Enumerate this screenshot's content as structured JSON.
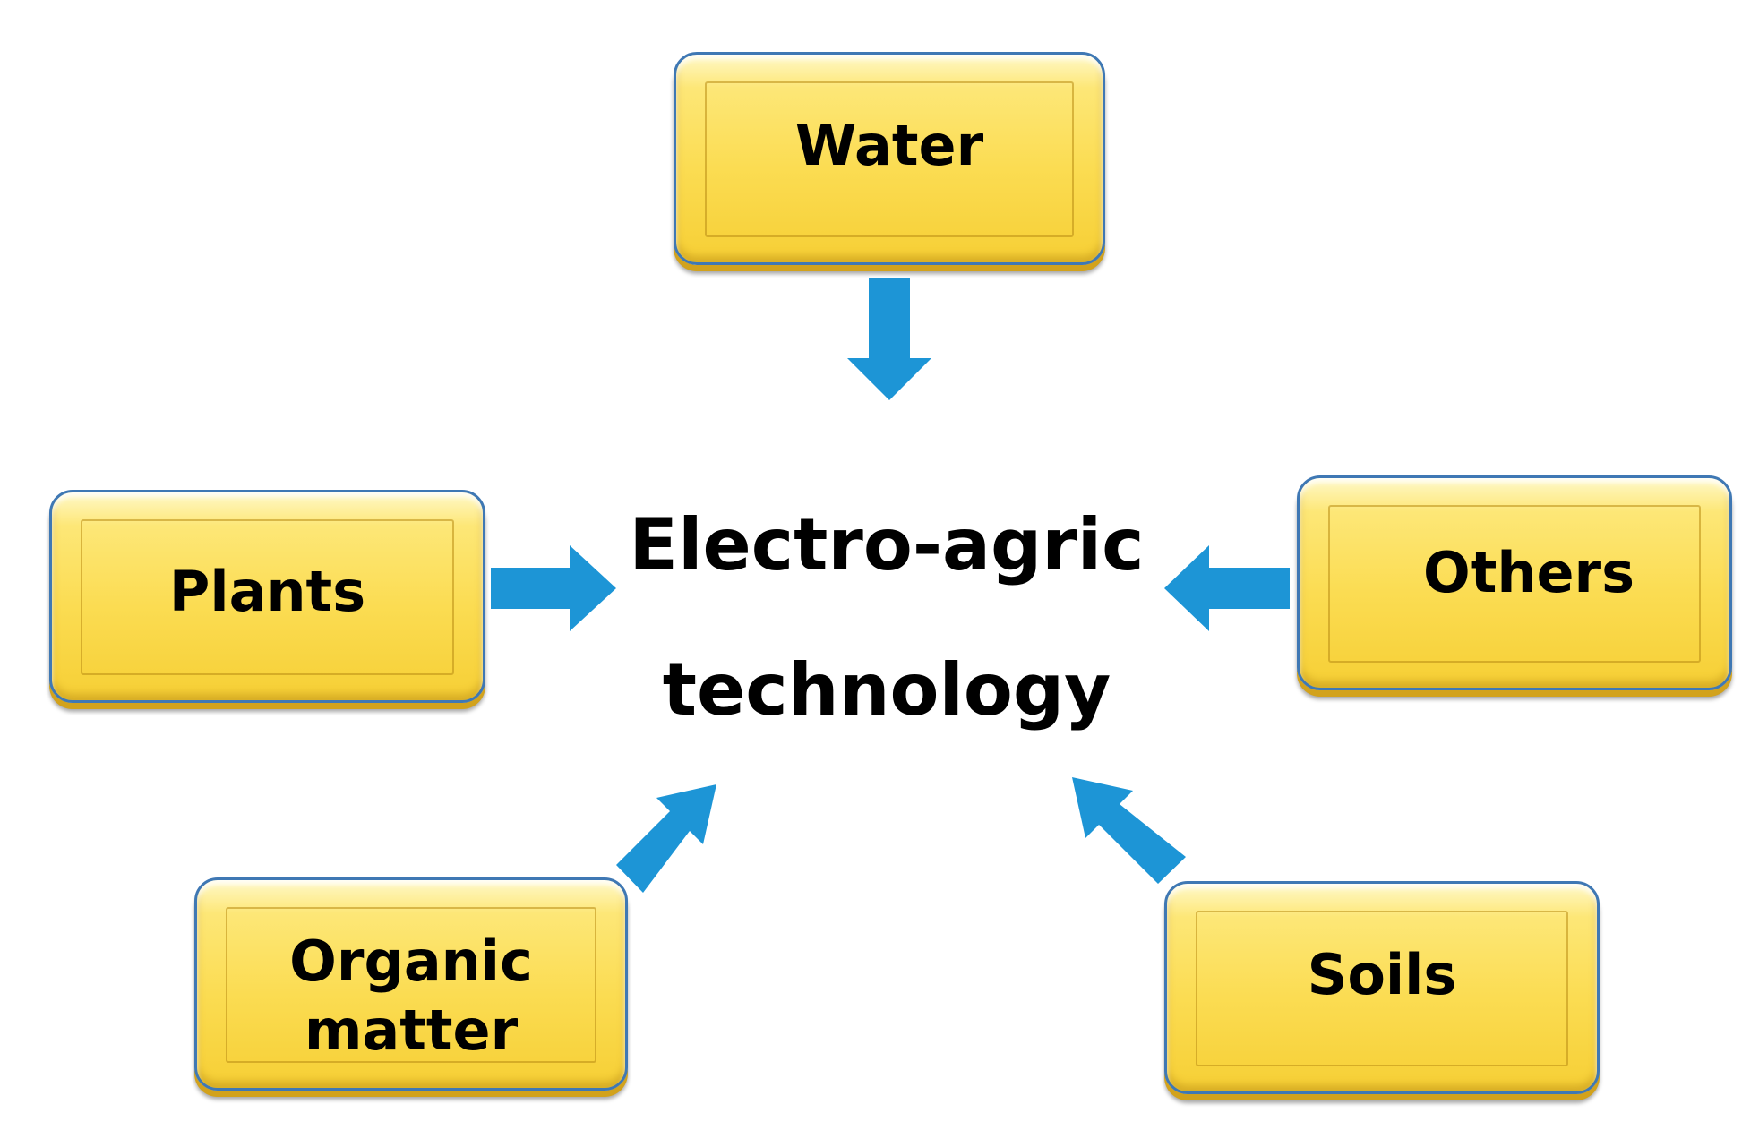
{
  "diagram": {
    "center": {
      "label": "Electro-agric\ntechnology"
    },
    "nodes": {
      "water": "Water",
      "plants": "Plants",
      "others": "Others",
      "organic_matter": "Organic\nmatter",
      "soils": "Soils"
    },
    "colors": {
      "box_fill": "#fbdc52",
      "box_border": "#3f78b4",
      "arrow": "#1d95d6",
      "text": "#000000"
    }
  }
}
